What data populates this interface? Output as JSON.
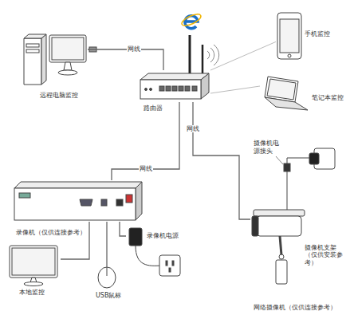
{
  "diagram": {
    "nodes": [
      {
        "text": [
          "远程电脑监控"
        ]
      },
      {
        "text": [
          "路由器"
        ]
      },
      {
        "text": [
          "手机监控"
        ]
      },
      {
        "text": [
          "笔记本监控"
        ]
      },
      {
        "text": [
          "录像机（仅供连接参考）"
        ]
      },
      {
        "text": [
          "录像机电源"
        ]
      },
      {
        "text": [
          "本地监控"
        ]
      },
      {
        "text": [
          "USB鼠标"
        ]
      },
      {
        "text": [
          "网络摄像机（仅供连接参考）"
        ]
      }
    ],
    "edges": [
      {
        "from": 0,
        "to": 1,
        "label": "网线",
        "arrow": "none"
      },
      {
        "from": 1,
        "to": 2,
        "arrow": "none"
      },
      {
        "from": 1,
        "to": 3,
        "arrow": "none"
      },
      {
        "from": 1,
        "to": 4,
        "label": "网线",
        "arrow": "none"
      },
      {
        "from": 1,
        "to": 8,
        "label": "网线",
        "arrow": "none"
      },
      {
        "from": 4,
        "to": 5,
        "arrow": "none"
      },
      {
        "from": 4,
        "to": 6,
        "arrow": "none"
      },
      {
        "from": 4,
        "to": 7,
        "arrow": "none"
      }
    ],
    "labels": [
      "摄像机电源接头",
      "摄像机支架（仅供安装参考）"
    ]
  }
}
